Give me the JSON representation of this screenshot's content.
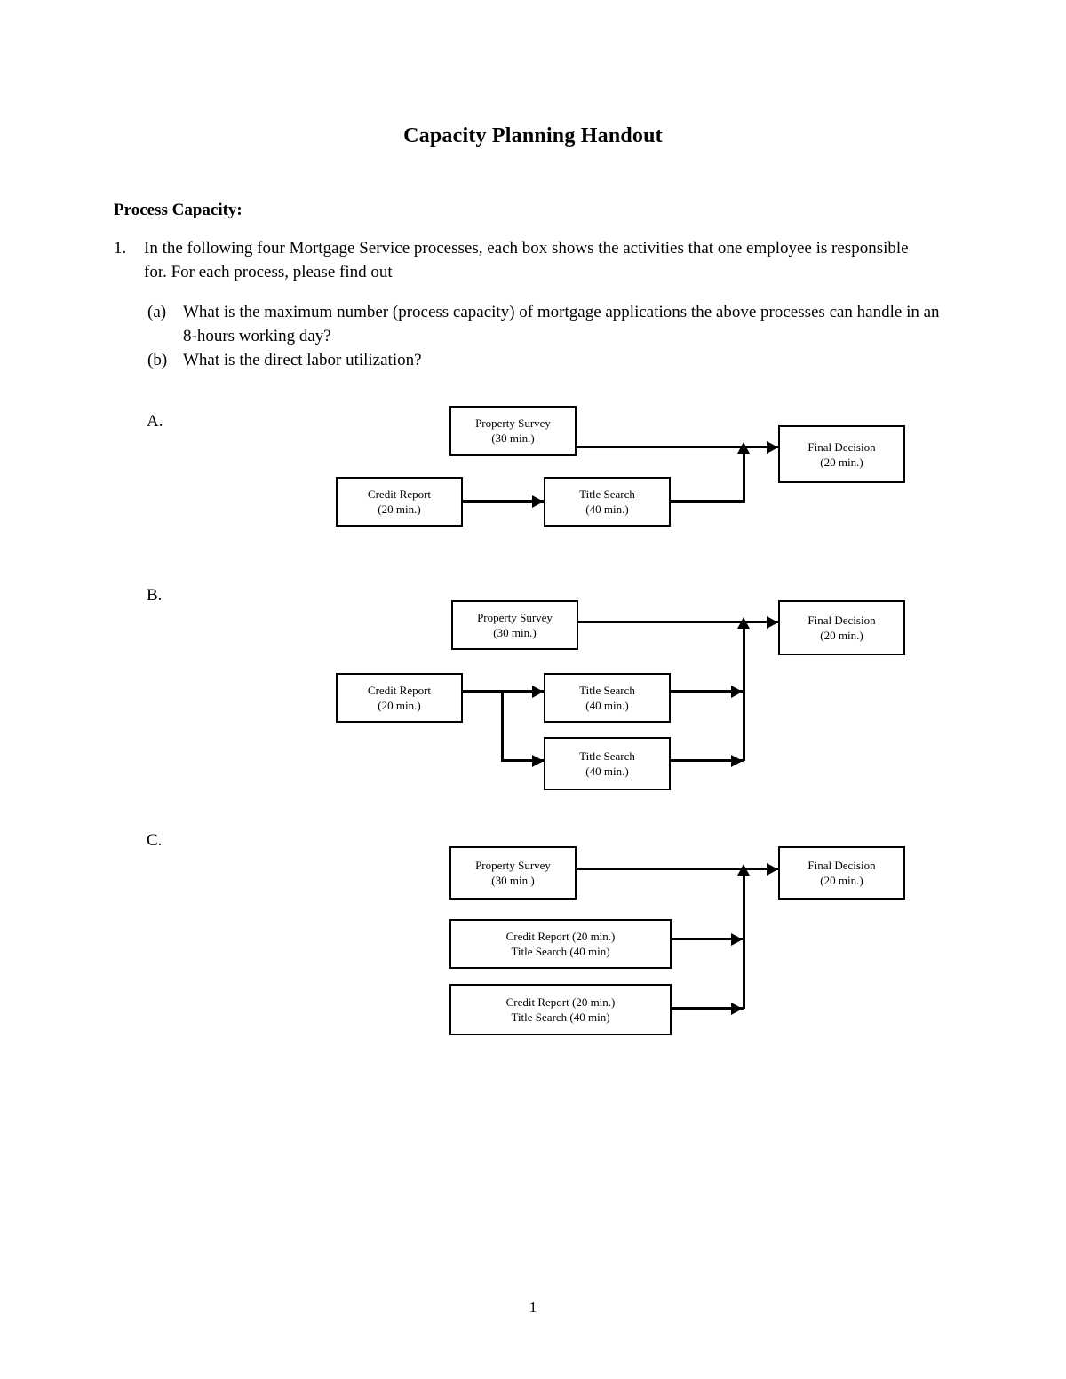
{
  "document": {
    "title": "Capacity Planning Handout",
    "section_heading": "Process Capacity:",
    "page_number": "1"
  },
  "question": {
    "marker": "1.",
    "text": "In the following four Mortgage Service processes, each box shows the activities that one employee is responsible for. For each process, please find out",
    "sub_items": [
      {
        "marker": "(a)",
        "text": "What is the maximum number (process capacity) of mortgage applications the above processes can handle in an 8-hours working day?"
      },
      {
        "marker": "(b)",
        "text": "What is the direct labor utilization?"
      }
    ]
  },
  "diagrams": [
    {
      "label": "A.",
      "boxes": {
        "property_survey": {
          "line1": "Property Survey",
          "line2": "(30 min.)"
        },
        "credit_report": {
          "line1": "Credit Report",
          "line2": "(20 min.)"
        },
        "title_search": {
          "line1": "Title Search",
          "line2": "(40 min.)"
        },
        "final_decision": {
          "line1": "Final Decision",
          "line2": "(20 min.)"
        }
      }
    },
    {
      "label": "B.",
      "boxes": {
        "property_survey": {
          "line1": "Property Survey",
          "line2": "(30 min.)"
        },
        "credit_report": {
          "line1": "Credit Report",
          "line2": "(20 min.)"
        },
        "title_search_1": {
          "line1": "Title Search",
          "line2": "(40 min.)"
        },
        "title_search_2": {
          "line1": "Title Search",
          "line2": "(40 min.)"
        },
        "final_decision": {
          "line1": "Final Decision",
          "line2": "(20 min.)"
        }
      }
    },
    {
      "label": "C.",
      "boxes": {
        "property_survey": {
          "line1": "Property Survey",
          "line2": "(30 min.)"
        },
        "combined_1": {
          "line1": "Credit Report (20 min.)",
          "line2": "Title Search (40 min)"
        },
        "combined_2": {
          "line1": "Credit Report (20 min.)",
          "line2": "Title Search (40 min)"
        },
        "final_decision": {
          "line1": "Final Decision",
          "line2": "(20 min.)"
        }
      }
    }
  ],
  "chart_data": {
    "type": "diagram",
    "title": "Mortgage Service process flow diagrams",
    "processes": [
      {
        "name": "A",
        "activities": [
          {
            "name": "Property Survey",
            "minutes": 30
          },
          {
            "name": "Credit Report",
            "minutes": 20
          },
          {
            "name": "Title Search",
            "minutes": 40
          },
          {
            "name": "Final Decision",
            "minutes": 20
          }
        ],
        "edges": [
          [
            "Property Survey",
            "Final Decision"
          ],
          [
            "Credit Report",
            "Title Search"
          ],
          [
            "Title Search",
            "Final Decision"
          ]
        ]
      },
      {
        "name": "B",
        "activities": [
          {
            "name": "Property Survey",
            "minutes": 30
          },
          {
            "name": "Credit Report",
            "minutes": 20
          },
          {
            "name": "Title Search 1",
            "minutes": 40
          },
          {
            "name": "Title Search 2",
            "minutes": 40
          },
          {
            "name": "Final Decision",
            "minutes": 20
          }
        ],
        "edges": [
          [
            "Property Survey",
            "Final Decision"
          ],
          [
            "Credit Report",
            "Title Search 1"
          ],
          [
            "Credit Report",
            "Title Search 2"
          ],
          [
            "Title Search 1",
            "Final Decision"
          ],
          [
            "Title Search 2",
            "Final Decision"
          ]
        ]
      },
      {
        "name": "C",
        "activities": [
          {
            "name": "Property Survey",
            "minutes": 30
          },
          {
            "name": "Credit Report + Title Search 1",
            "minutes": 60
          },
          {
            "name": "Credit Report + Title Search 2",
            "minutes": 60
          },
          {
            "name": "Final Decision",
            "minutes": 20
          }
        ],
        "edges": [
          [
            "Property Survey",
            "Final Decision"
          ],
          [
            "Credit Report + Title Search 1",
            "Final Decision"
          ],
          [
            "Credit Report + Title Search 2",
            "Final Decision"
          ]
        ]
      }
    ]
  }
}
